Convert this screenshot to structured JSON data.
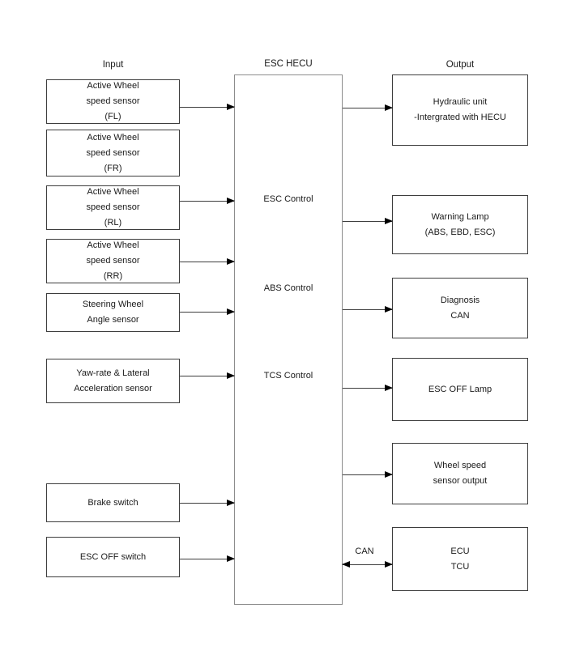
{
  "diagram": {
    "headers": {
      "input": "Input",
      "hecu": "ESC HECU",
      "output": "Output"
    },
    "hecu_labels": {
      "esc": "ESC Control",
      "abs": "ABS Control",
      "tcs": "TCS Control"
    },
    "input_boxes": [
      {
        "id": "wheel-speed-fl",
        "lines": [
          "Active Wheel",
          "speed sensor",
          "(FL)"
        ]
      },
      {
        "id": "wheel-speed-fr",
        "lines": [
          "Active Wheel",
          "speed sensor",
          "(FR)"
        ]
      },
      {
        "id": "wheel-speed-rl",
        "lines": [
          "Active Wheel",
          "speed sensor",
          "(RL)"
        ]
      },
      {
        "id": "wheel-speed-rr",
        "lines": [
          "Active Wheel",
          "speed sensor",
          "(RR)"
        ]
      },
      {
        "id": "steering-angle",
        "lines": [
          "Steering Wheel",
          "Angle sensor"
        ]
      },
      {
        "id": "yaw-rate",
        "lines": [
          "Yaw-rate & Lateral",
          "Acceleration sensor"
        ]
      },
      {
        "id": "brake-switch",
        "lines": [
          "Brake switch"
        ]
      },
      {
        "id": "esc-off-switch",
        "lines": [
          "ESC OFF switch"
        ]
      }
    ],
    "output_boxes": [
      {
        "id": "hydraulic-unit",
        "lines": [
          "Hydraulic unit",
          "-Intergrated with HECU"
        ]
      },
      {
        "id": "warning-lamp",
        "lines": [
          "Warning Lamp",
          "(ABS, EBD, ESC)"
        ]
      },
      {
        "id": "diagnosis-can",
        "lines": [
          "Diagnosis",
          "CAN"
        ]
      },
      {
        "id": "esc-off-lamp",
        "lines": [
          "ESC OFF Lamp"
        ]
      },
      {
        "id": "wheel-speed-output",
        "lines": [
          "Wheel speed",
          "sensor output"
        ]
      },
      {
        "id": "ecu-tcu",
        "lines": [
          "ECU",
          "TCU"
        ]
      }
    ],
    "can_bus_label": "CAN",
    "colors": {
      "background": "#ffffff",
      "box_border": "#3d3d3d",
      "hecu_border": "#8c8c8c",
      "line": "#3d3d3d",
      "text": "#1a1a1a"
    }
  }
}
